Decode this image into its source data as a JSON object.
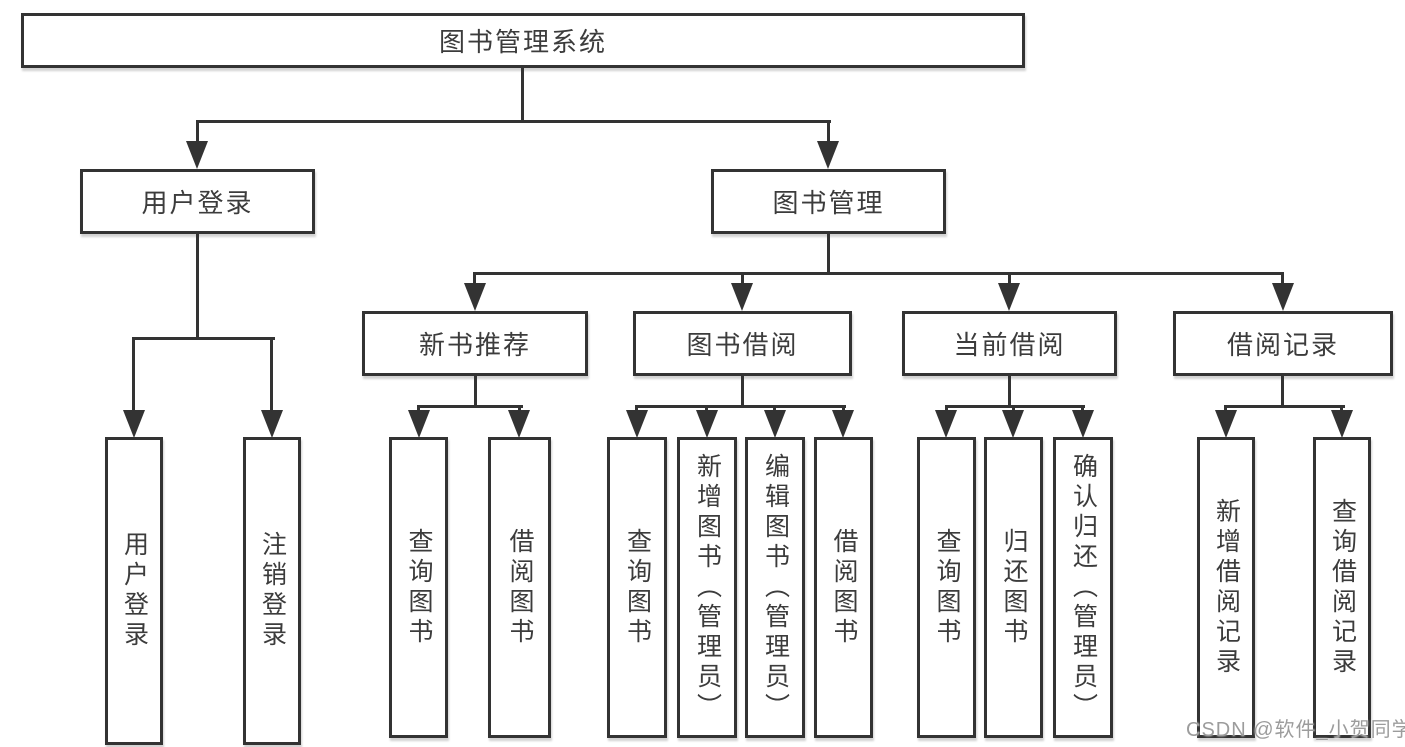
{
  "tree": {
    "root": {
      "label": "图书管理系统"
    },
    "level2": [
      {
        "label": "用户登录",
        "children": [
          {
            "label": "用户登录"
          },
          {
            "label": "注销登录"
          }
        ]
      },
      {
        "label": "图书管理",
        "children": [
          {
            "label": "新书推荐",
            "children": [
              {
                "label": "查询图书"
              },
              {
                "label": "借阅图书"
              }
            ]
          },
          {
            "label": "图书借阅",
            "children": [
              {
                "label": "查询图书"
              },
              {
                "label": "新增图书（管理员）"
              },
              {
                "label": "编辑图书（管理员）"
              },
              {
                "label": "借阅图书"
              }
            ]
          },
          {
            "label": "当前借阅",
            "children": [
              {
                "label": "查询图书"
              },
              {
                "label": "归还图书"
              },
              {
                "label": "确认归还（管理员）"
              }
            ]
          },
          {
            "label": "借阅记录",
            "children": [
              {
                "label": "新增借阅记录"
              },
              {
                "label": "查询借阅记录"
              }
            ]
          }
        ]
      }
    ]
  },
  "watermark": {
    "text": "CSDN @软件_小贺同学"
  },
  "colors": {
    "line": "#333333",
    "text": "#3c3c3c",
    "background": "#ffffff",
    "watermark": "#9c9c9c"
  }
}
